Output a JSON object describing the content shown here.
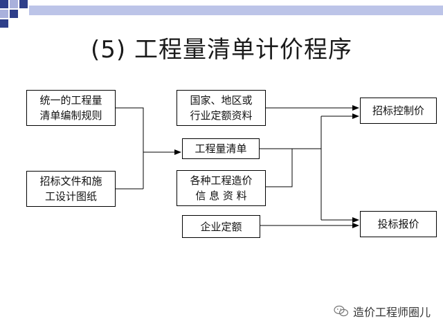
{
  "title": "(5) 工程量清单计价程序",
  "boxes": {
    "rules": "统一的工程量\n清单编制规则",
    "bidding_docs": "招标文件和施\n工设计图纸",
    "quota": "国家、地区或\n行业定额资料",
    "bill": "工程量清单",
    "price_info": "各种工程造价\n信 息 资 料",
    "enterprise_quota": "企业定额",
    "control_price": "招标控制价",
    "bid_price": "投标报价"
  },
  "watermark": "造价工程师圈儿",
  "colors": {
    "square_dark": "#2e3f8a",
    "square_light": "#a9b1dc",
    "band": "#bcc4e8"
  }
}
